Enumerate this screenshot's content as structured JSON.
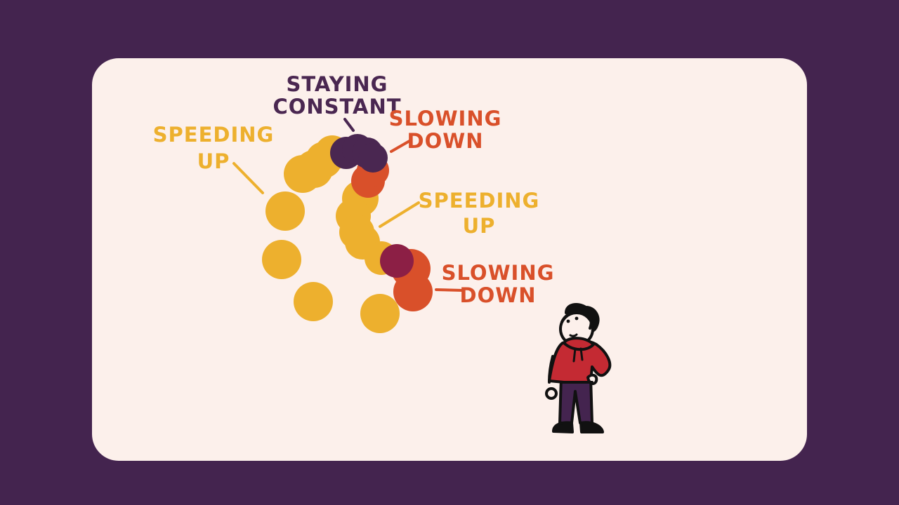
{
  "scene": {
    "colors": {
      "background": "#44244f",
      "card": "#fcf0eb",
      "speeding_up": "#edb02e",
      "slowing_down": "#d9502a",
      "staying_constant": "#4a2751",
      "overlap": "#8c1f45",
      "outline": "#111111",
      "hoodie": "#c42a33",
      "pants": "#44244f"
    },
    "labels": {
      "staying_constant_line1": "STAYING",
      "staying_constant_line2": "CONSTANT",
      "slowing_down_1_line1": "SLOWING",
      "slowing_down_1_line2": "DOWN",
      "speeding_up_1_line1": "SPEEDING",
      "speeding_up_1_line2": "UP",
      "speeding_up_2_line1": "SPEEDING",
      "speeding_up_2_line2": "UP",
      "slowing_down_2_line1": "SLOWING",
      "slowing_down_2_line2": "DOWN"
    },
    "character": {
      "icon": "person-looking-up-icon"
    }
  }
}
